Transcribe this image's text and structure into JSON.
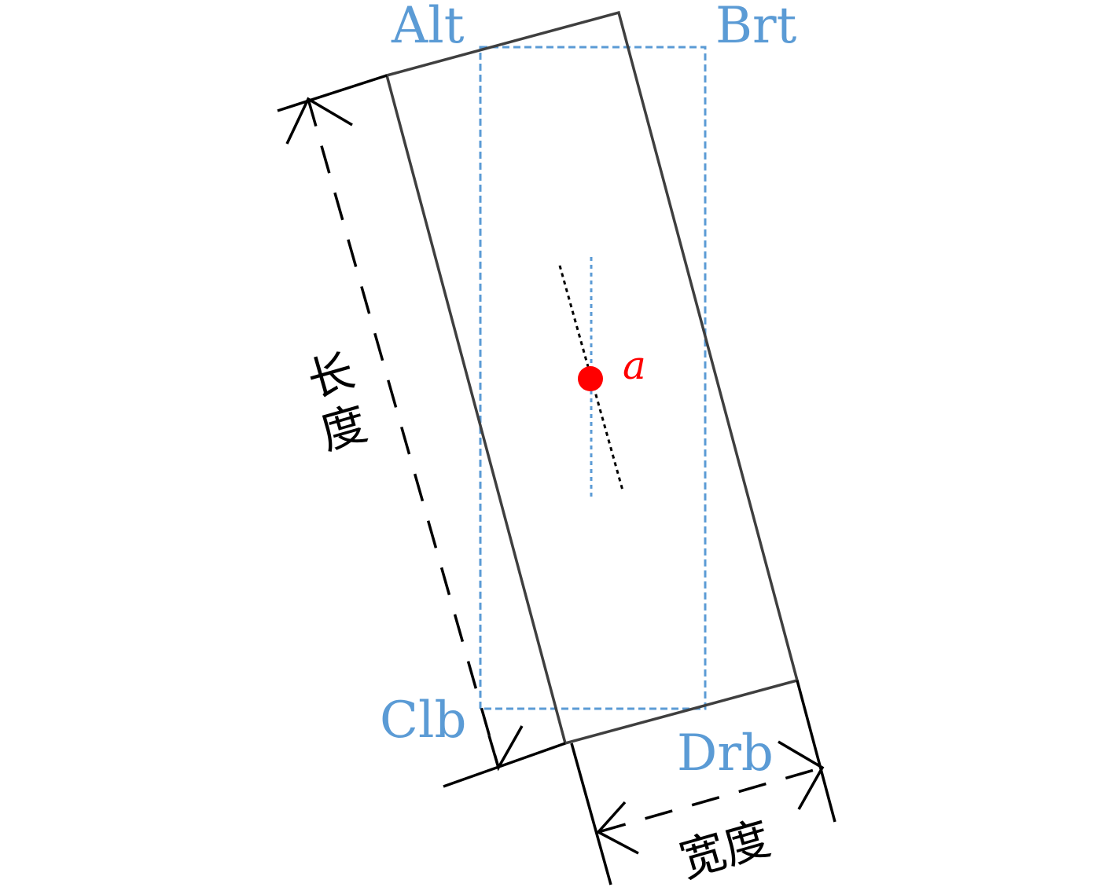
{
  "colors": {
    "box_outline": "#3f3f3f",
    "bounding_box": "#5b9bd5",
    "center_point": "#ff0000",
    "dimension_lines": "#000000",
    "label_blue": "#5b9bd5",
    "label_red": "#ff0000",
    "label_black": "#000000"
  },
  "labels": {
    "top_left": "Alt",
    "top_right": "Brt",
    "bottom_left": "Clb",
    "bottom_right": "Drb",
    "center": "a",
    "length": "长度",
    "length_char1": "长",
    "length_char2": "度",
    "width": "宽度"
  }
}
